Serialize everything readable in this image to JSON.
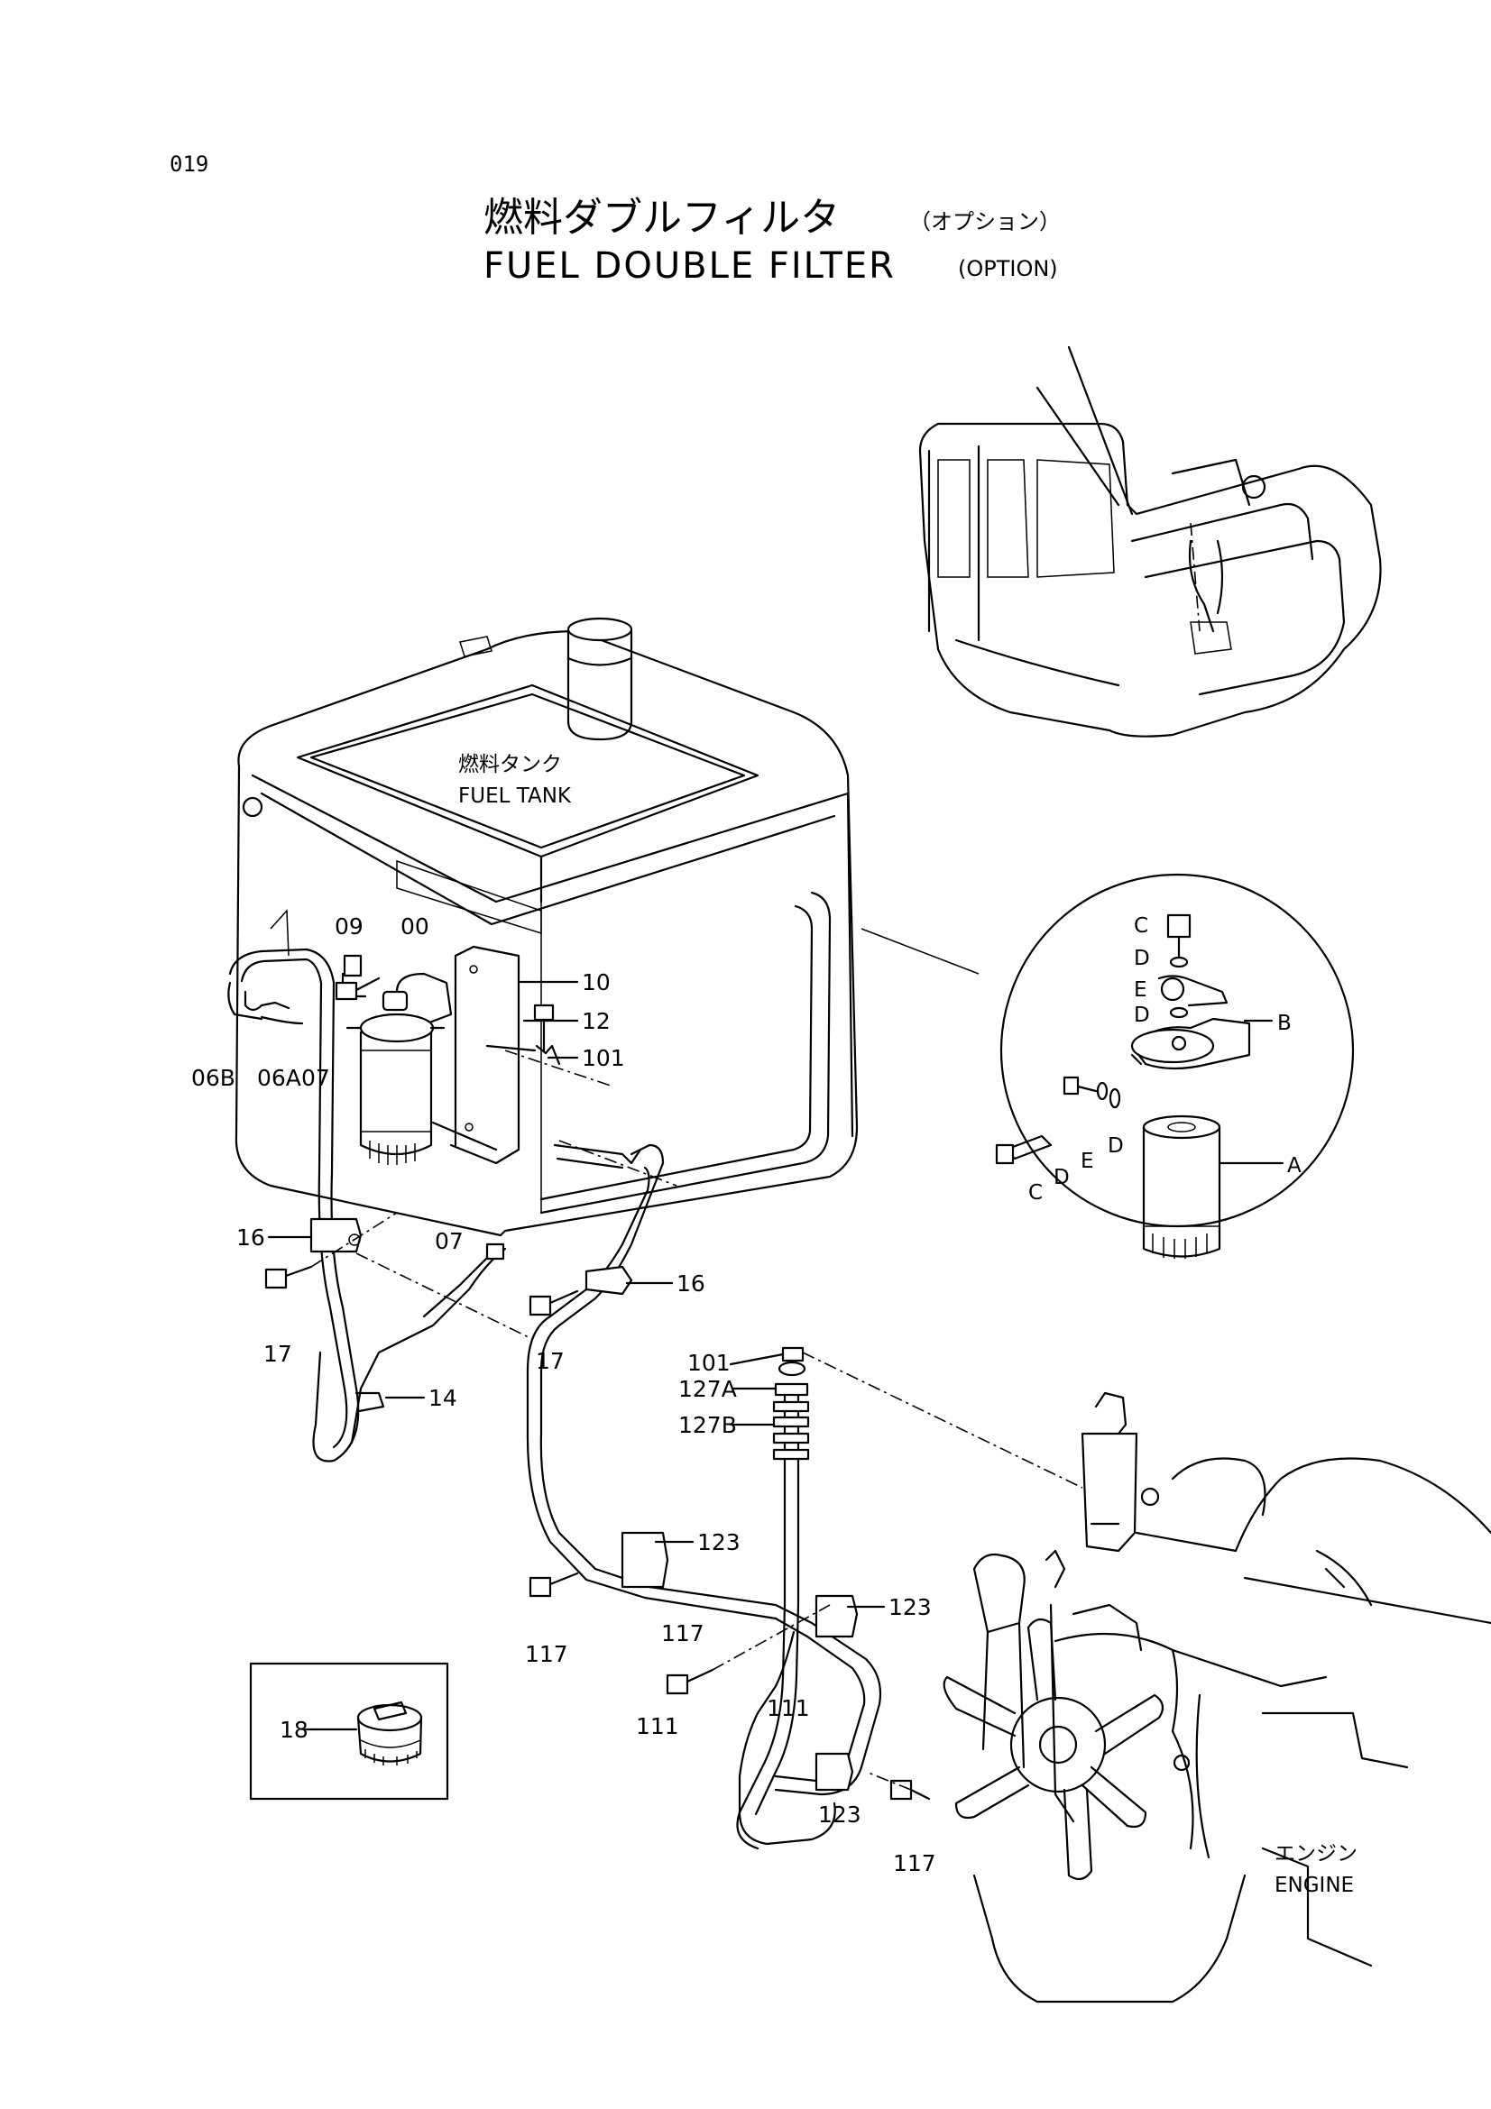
{
  "page_number": "019",
  "title": {
    "japanese": "燃料ダブルフィルタ",
    "japanese_sub": "（オプション）",
    "english": "FUEL DOUBLE FILTER",
    "english_sub": "(OPTION)"
  },
  "callouts": {
    "fuel_tank_jp": "燃料タンク",
    "fuel_tank_en": "FUEL TANK",
    "engine_jp": "エンジン",
    "engine_en": "ENGINE"
  },
  "part_numbers": {
    "p09": "09",
    "p00": "00",
    "p10": "10",
    "p12": "12",
    "p101_top": "101",
    "p06B": "06B",
    "p06A": "06A",
    "p07_left": "07",
    "p07_mid": "07",
    "p16_left": "16",
    "p16_right": "16",
    "p17_left": "17",
    "p17_mid": "17",
    "p14": "14",
    "p101_low": "101",
    "p127A": "127A",
    "p127B": "127B",
    "p123_a": "123",
    "p123_b": "123",
    "p123_c": "123",
    "p117_a": "117",
    "p117_b": "117",
    "p117_c": "117",
    "p111_a": "111",
    "p111_b": "111",
    "p18": "18"
  },
  "detail_letters": {
    "C_top": "C",
    "D_top": "D",
    "E_top": "E",
    "D_mid": "D",
    "B": "B",
    "A": "A",
    "C_bottom": "C",
    "D_bottom_left": "D",
    "E_bottom": "E",
    "D_bottom_right": "D"
  }
}
